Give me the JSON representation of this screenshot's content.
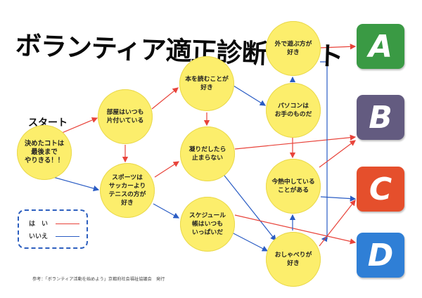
{
  "title": "ボランティア適正診断テスト",
  "start_label": "スタート",
  "nodes": {
    "n1": "決めたコトは\n最後まで\nやりきる！！",
    "n2": "部屋はいつも\n片付いている",
    "n3": "スポーツは\nサッカーより\nテニスの方が\n好き",
    "n4": "本を読むことが\n好き",
    "n5": "凝りだしたら\n止まらない",
    "n6": "スケジュール\n帳はいつも\nいっぱいだ",
    "n7": "外で遊ぶ方が\n好き",
    "n8": "パソコンは\nお手のものだ",
    "n9": "今熱中している\nことがある",
    "n10": "おしゃべりが\n好き"
  },
  "results": {
    "A": {
      "label": "A",
      "color": "#3a9a44"
    },
    "B": {
      "label": "B",
      "color": "#635b80"
    },
    "C": {
      "label": "C",
      "color": "#e54f2c"
    },
    "D": {
      "label": "D",
      "color": "#2f7fd6"
    }
  },
  "legend": {
    "yes_label": "は　い",
    "no_label": "いいえ",
    "yes_color": "#e8433a",
    "no_color": "#2a5cc4"
  },
  "footer": "参考：「ボランティア活動を始めよう」京都府社会福祉協議会　発行"
}
